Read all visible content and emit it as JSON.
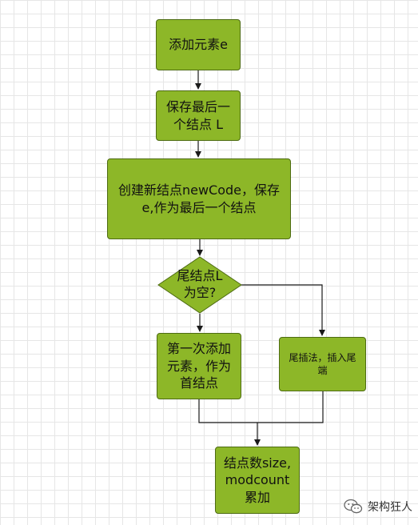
{
  "diagram": {
    "nodes": {
      "add_element": "添加元素e",
      "save_last_node": "保存最后一\n个结点 L",
      "create_node": "创建新结点newCode，保存\ne,作为最后一个结点",
      "tail_empty_check": "尾结点L\n为空?",
      "first_add": "第一次添加\n元素，作为\n首结点",
      "tail_insert": "尾插法，插入尾\n端",
      "increment": "结点数size,\nmodcount\n累加"
    },
    "colors": {
      "node_fill": "#8db728",
      "node_border": "#4d6b12",
      "connector": "#1a1a1a"
    }
  },
  "watermark": {
    "text": "架构狂人",
    "icon": "wechat-icon"
  }
}
